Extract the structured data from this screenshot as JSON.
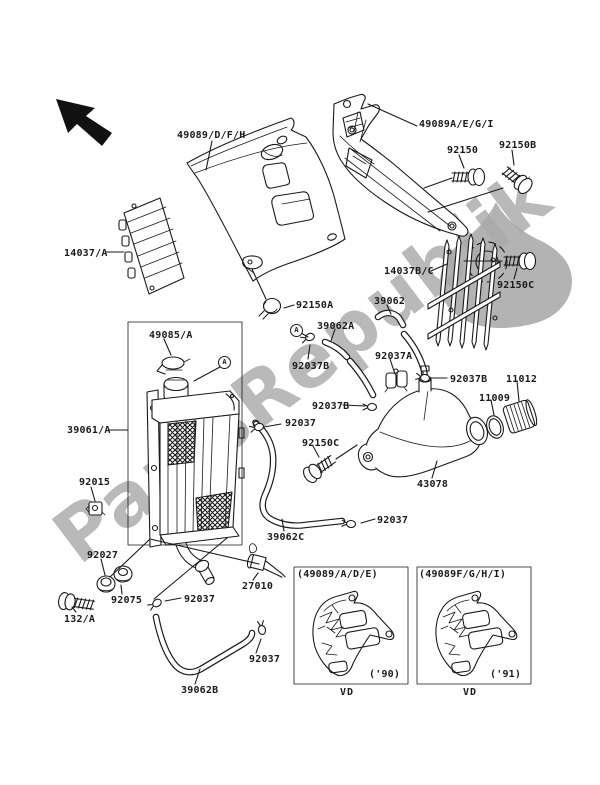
{
  "watermark": {
    "text": "PartsRepublik"
  },
  "callout_marker": "A",
  "parts": {
    "shroud_left": "49089/D/F/H",
    "shroud_right": "49089A/E/G/I",
    "bolt_92150": "92150",
    "bolt_92150b": "92150B",
    "louver": "14037/A",
    "screen": "14037B/C",
    "bolt_92150c_right": "92150C",
    "bolt_92150a": "92150A",
    "hose_39062": "39062",
    "hose_39062a": "39062A",
    "clamp_92037b_1": "92037B",
    "holder_92037a": "92037A",
    "clamp_92037b_2": "92037B",
    "cap_11012": "11012",
    "oring_11009": "11009",
    "cap_49085": "49085/A",
    "radiator": "39061/A",
    "clamp_92037b_3": "92037B",
    "clamp_92037_1": "92037",
    "bolt_92150c_left": "92150C",
    "tank": "43078",
    "damper_92015": "92015",
    "hose_39062c": "39062C",
    "washer_92027": "92027",
    "switch_27010": "27010",
    "clamp_92037_2": "92037",
    "grommet_92075": "92075",
    "bolt_132": "132/A",
    "clamp_92037_3": "92037",
    "clamp_92037_4": "92037",
    "hose_39062b": "39062B"
  },
  "variant_boxes": [
    {
      "title": "(49089/A/D/E)",
      "year": "('90)",
      "caption": "VD"
    },
    {
      "title": "(49089F/G/H/I)",
      "year": "('91)",
      "caption": "VD"
    }
  ]
}
